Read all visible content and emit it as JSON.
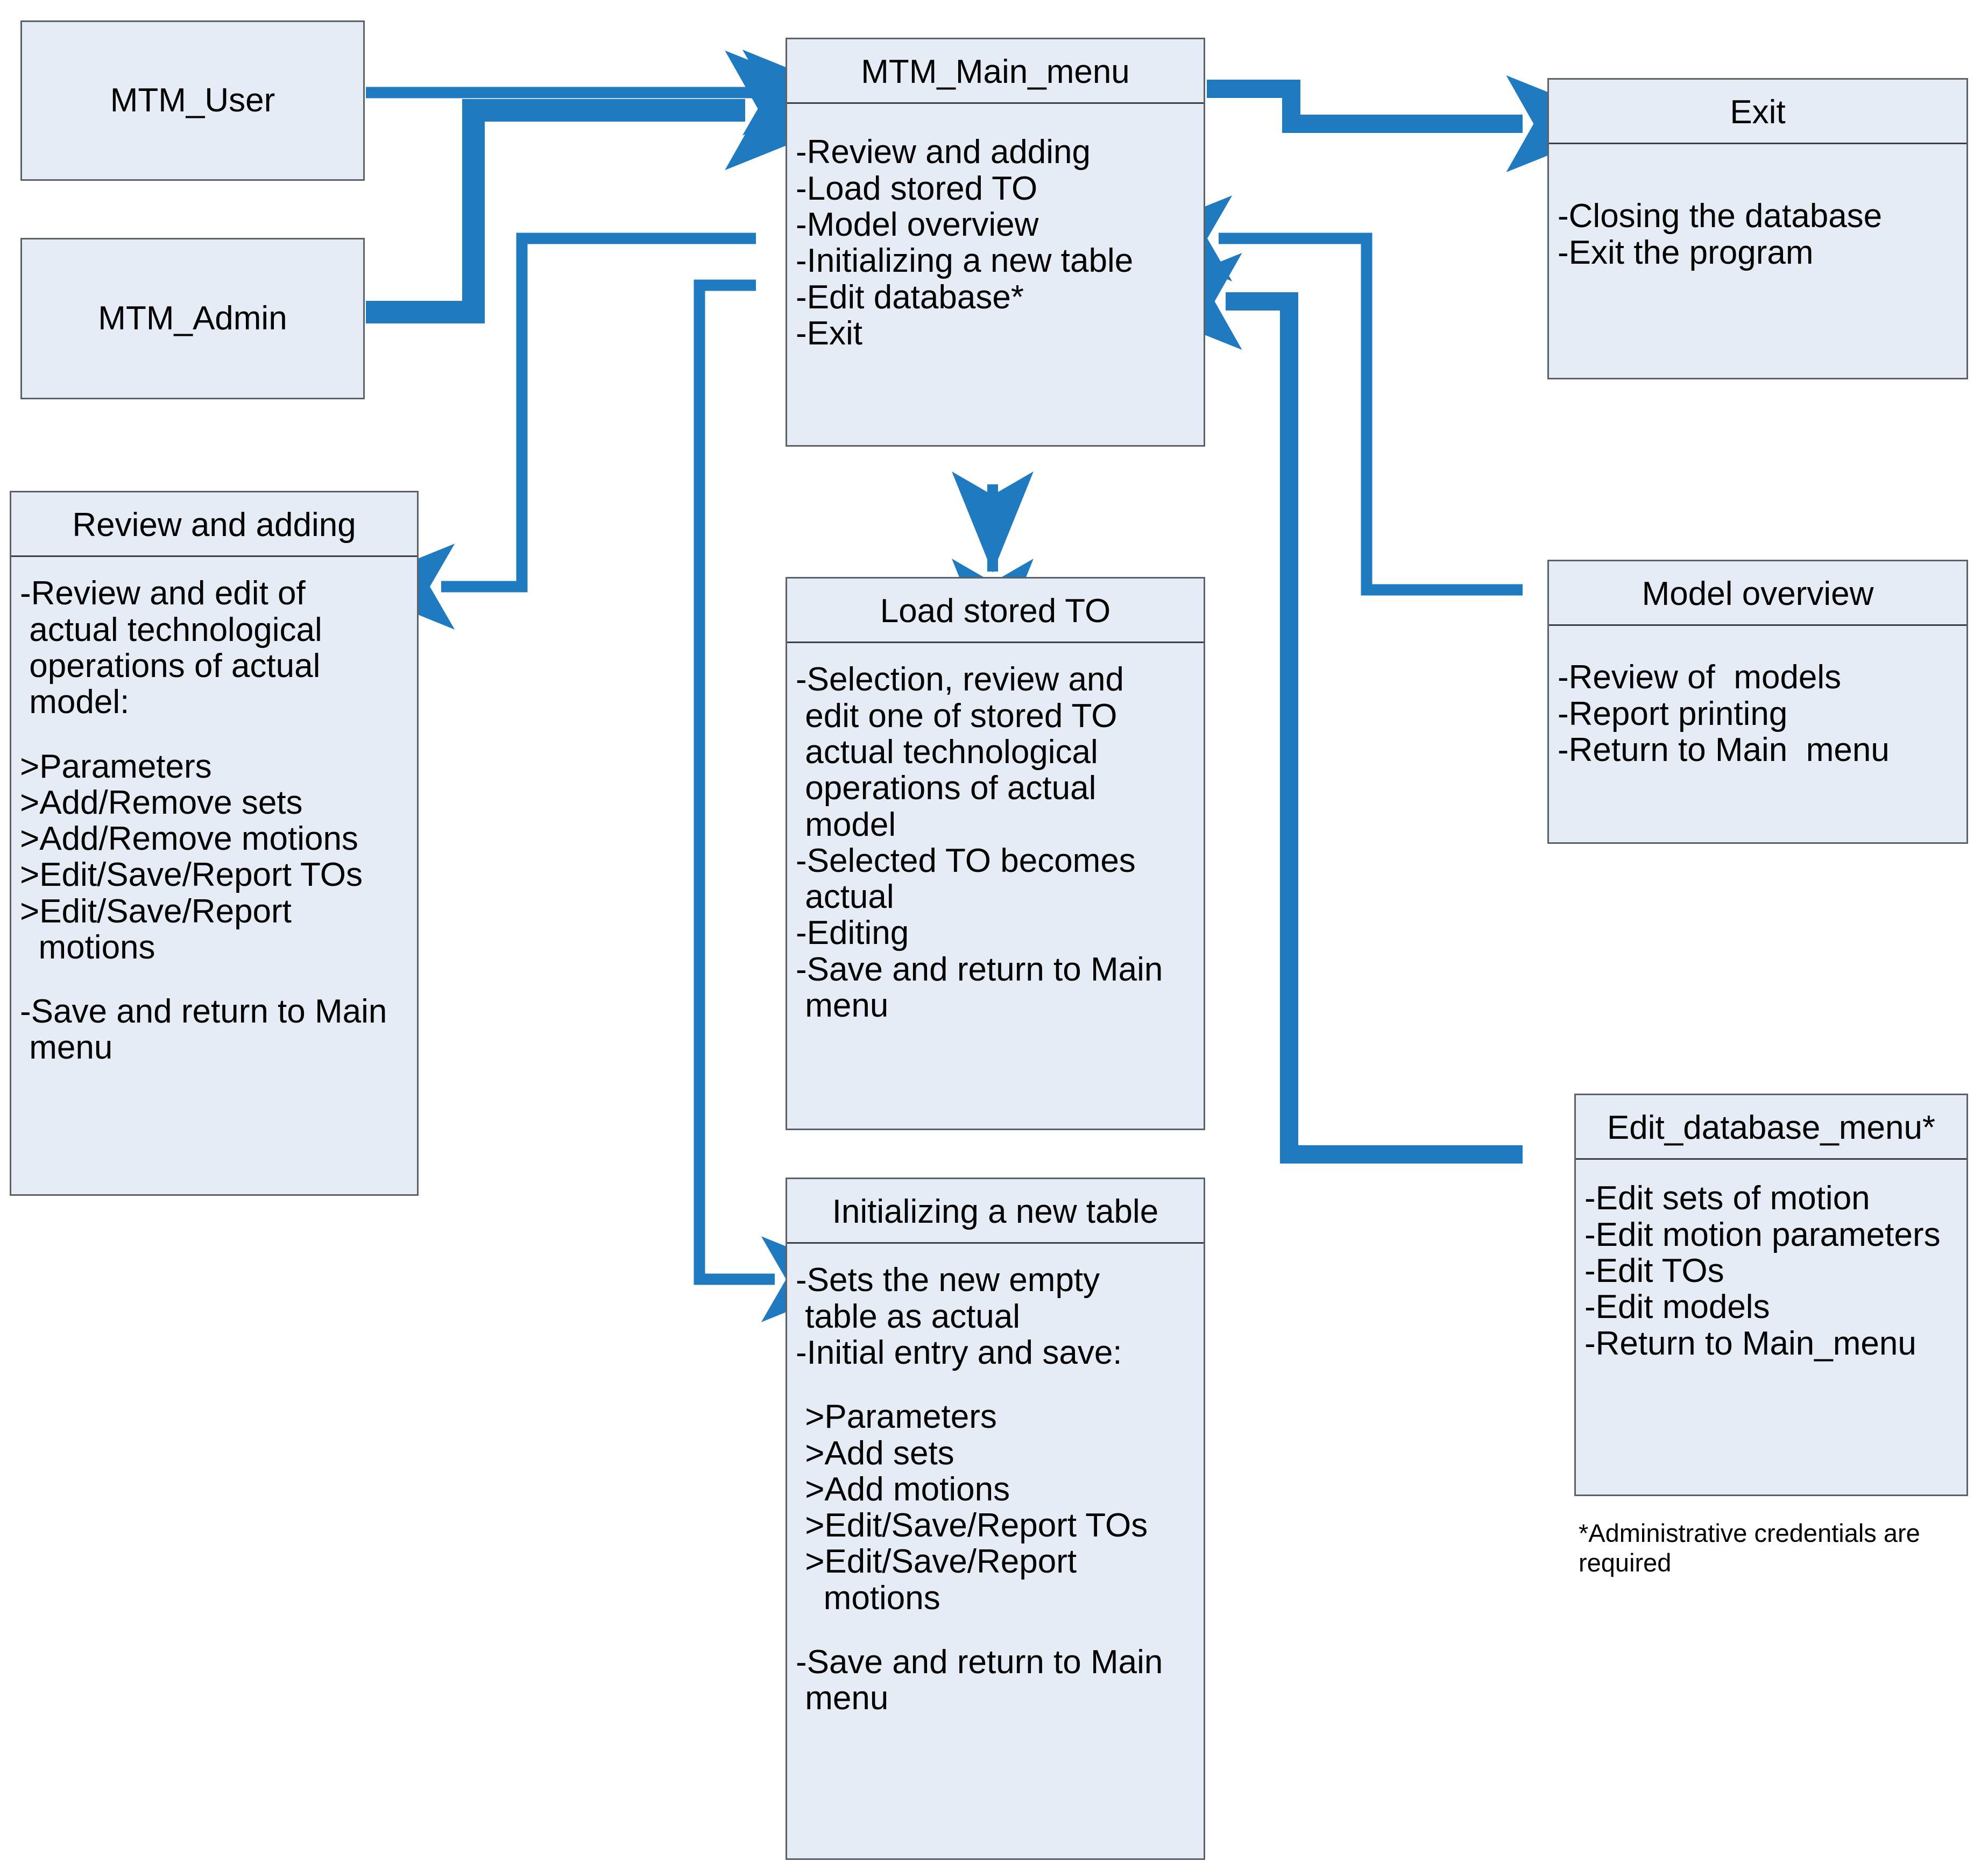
{
  "diagram": {
    "type": "flowchart",
    "accent_color": "#1f7ac0",
    "node_fill": "#e6ecf5",
    "node_border": "#5d6266",
    "text_color": "#000000",
    "background": "#ffffff"
  },
  "nodes": {
    "mtm_user": {
      "title": "MTM_User",
      "body": []
    },
    "mtm_admin": {
      "title": "MTM_Admin",
      "body": []
    },
    "mtm_main_menu": {
      "title": "MTM_Main_menu",
      "body": [
        "-Review and adding",
        "-Load stored TO",
        "-Model overview",
        "-Initializing a new table",
        "-Edit database*",
        "-Exit"
      ]
    },
    "exit": {
      "title": "Exit",
      "body": [
        "-Closing the database",
        "-Exit the program"
      ]
    },
    "review_and_adding": {
      "title": "Review and adding",
      "body": [
        "-Review and edit of",
        " actual technological",
        " operations of actual",
        " model:",
        "",
        ">Parameters",
        ">Add/Remove sets",
        ">Add/Remove motions",
        ">Edit/Save/Report TOs",
        ">Edit/Save/Report",
        "  motions",
        "",
        "-Save and return to Main",
        " menu"
      ]
    },
    "load_stored_to": {
      "title": "Load stored TO",
      "body": [
        "-Selection, review and",
        " edit one of stored TO",
        " actual technological",
        " operations of actual",
        " model",
        "-Selected TO becomes",
        " actual",
        "-Editing",
        "-Save and return to Main",
        " menu"
      ]
    },
    "model_overview": {
      "title": "Model overview",
      "body": [
        "-Review of  models",
        "-Report printing",
        "-Return to Main  menu"
      ]
    },
    "initializing_new_table": {
      "title": "Initializing a new table",
      "body": [
        "-Sets the new empty",
        " table as actual",
        "-Initial entry and save:",
        "",
        " >Parameters",
        " >Add sets",
        " >Add motions",
        " >Edit/Save/Report TOs",
        " >Edit/Save/Report",
        "   motions",
        "",
        "-Save and return to Main",
        " menu"
      ]
    },
    "edit_database_menu": {
      "title": "Edit_database_menu*",
      "body": [
        "-Edit sets of motion",
        "-Edit motion parameters",
        "-Edit TOs",
        "-Edit models",
        "-Return to Main_menu"
      ]
    }
  },
  "footnote": {
    "lines": [
      "*Administrative credentials are",
      "required"
    ]
  },
  "edges": [
    {
      "name": "mtm-user-to-main-menu",
      "from": "mtm_user",
      "to": "mtm_main_menu",
      "style": "thin"
    },
    {
      "name": "mtm-admin-to-main-menu",
      "from": "mtm_admin",
      "to": "mtm_main_menu",
      "style": "thick"
    },
    {
      "name": "main-menu-to-exit",
      "from": "mtm_main_menu",
      "to": "exit",
      "style": "thick"
    },
    {
      "name": "main-menu-to-review-and-adding",
      "from": "mtm_main_menu",
      "to": "review_and_adding",
      "style": "thin"
    },
    {
      "name": "main-menu-to-initializing-new-table",
      "from": "mtm_main_menu",
      "to": "initializing_new_table",
      "style": "thin"
    },
    {
      "name": "main-menu-to-load-stored-to",
      "from": "mtm_main_menu",
      "to": "load_stored_to",
      "style": "double"
    },
    {
      "name": "model-overview-to-main-menu",
      "from": "model_overview",
      "to": "mtm_main_menu",
      "style": "thin"
    },
    {
      "name": "edit-database-menu-to-main-menu",
      "from": "edit_database_menu",
      "to": "mtm_main_menu",
      "style": "thick"
    }
  ]
}
